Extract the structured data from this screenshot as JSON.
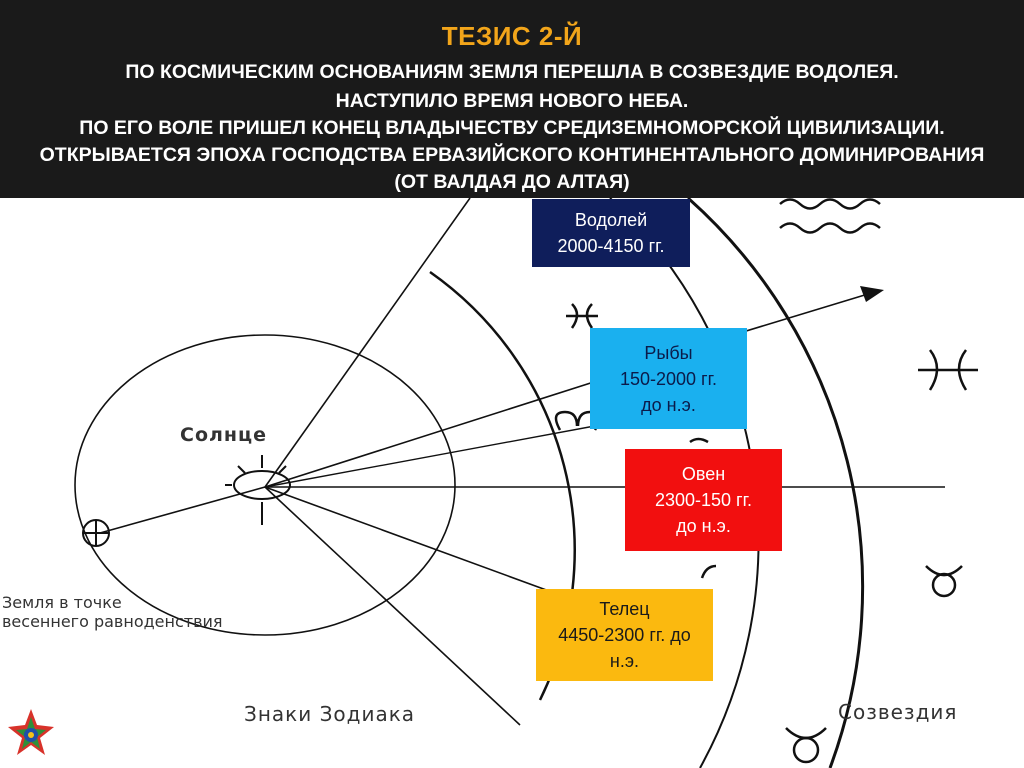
{
  "header": {
    "title": "ТЕЗИС 2-й",
    "lines": [
      "по космическим основаниям Земля перешла в созвездие Водолея.",
      "Наступило время нового неба.",
      "По его воле пришел конец владычеству Средиземноморской цивилизации.",
      "Открывается эпоха господства Ервазийского континентального доминирования",
      "(от Валдая до Алтая)"
    ]
  },
  "diagram": {
    "sun_label": "Солнце",
    "earth_label_1": "Земля в точке",
    "earth_label_2": "весеннего равноденствия",
    "zodiac_signs_label": "Знаки Зодиака",
    "constellations_label": "Созвездия",
    "icons": [
      "sun-icon",
      "earth-icon",
      "aquarius-icon",
      "pisces-icon",
      "aries-icon",
      "taurus-icon",
      "arrow-icon"
    ]
  },
  "eras": {
    "aquarius": {
      "name": "Водолей",
      "years": "2000-4150  гг."
    },
    "pisces": {
      "name": "Рыбы",
      "years": "150-2000  гг.",
      "suffix": "до н.э."
    },
    "aries": {
      "name": "Овен",
      "years": "2300-150 гг.",
      "suffix": "до н.э."
    },
    "taurus": {
      "name": "Телец",
      "years": "4450-2300 гг. до",
      "suffix": "н.э."
    }
  },
  "colors": {
    "aquarius": "#0f1e5b",
    "pisces": "#1ab0ef",
    "aries": "#f20f0f",
    "taurus": "#fbb90f",
    "title": "#f2a51a",
    "header_bg": "#1a1a1a"
  }
}
